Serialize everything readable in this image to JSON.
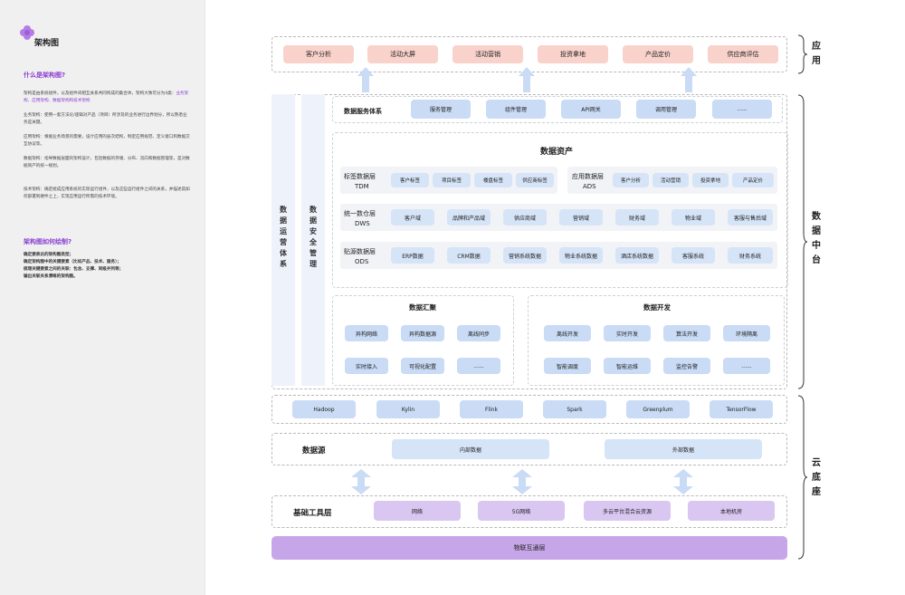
{
  "sidebar": {
    "title": "架构图",
    "heading1": "什么是架构图?",
    "para1": "架构是由系统组件，以及组件间相互关系共同构成的集合体，架构大致可分为4类：",
    "para1_hl": "业务架构、应用架构、数据架构和技术架构",
    "para2": "业务架构：使用一套方法论/逻辑对产品（项目）所涉及的业务进行边界划分，所以熟悉业务是关键。",
    "para3": "应用架构：根据业务场景的需要，设计应用的层次结构，制定应用规范、定义接口和数据交互协议等。",
    "para4": "数据架构：指导数据层面的架构设计，包括数据的存储、分布、流向和数据管理等，是对数据资产的统一规划。",
    "para5": "技术架构：确定组成应用系统的实际运行组件，以及这些运行组件之间的关系，并描述其如何部署到硬件之上，实现应用运行所需的技术环境。",
    "heading2": "架构图如何绘制?",
    "step1": "确定要表达的架构图类型；",
    "step2": "确定架构图中的关键要素（比如产品、技术、服务）；",
    "step3": "梳理关键要素之间的关联：包含、支撑、同级并列等；",
    "step4": "输出关联关系清晰的架构图。"
  },
  "side_labels": {
    "app": "应用",
    "middle": "数据中台",
    "base": "云底座"
  },
  "app_layer": [
    "客户分析",
    "活动大屏",
    "活动营销",
    "投资拿地",
    "产品定价",
    "供应商评估"
  ],
  "data_ops": "数据运营体系",
  "data_security": "数据安全管理",
  "data_service": {
    "title": "数据服务体系",
    "items": [
      "服务管理",
      "组件管理",
      "API网关",
      "调用管理",
      "......"
    ]
  },
  "data_assets": {
    "title": "数据资产",
    "tdm": {
      "name": "标签数据层",
      "code": "TDM",
      "items": [
        "客户标签",
        "项目标签",
        "楼盘标签",
        "供应商标签"
      ]
    },
    "ads": {
      "name": "应用数据层",
      "code": "ADS",
      "items": [
        "客户分析",
        "活动营销",
        "投资拿地",
        "产品定价"
      ]
    },
    "dws": {
      "name": "统一数仓层",
      "code": "DWS",
      "items": [
        "客户域",
        "品牌和产品域",
        "供应商域",
        "营销域",
        "财务域",
        "物业域",
        "客服与售后域"
      ]
    },
    "ods": {
      "name": "贴源数据层",
      "code": "ODS",
      "items": [
        "ERP数据",
        "CRM数据",
        "营销系统数据",
        "物业系统数据",
        "酒店系统数据",
        "客服系统",
        "财务系统"
      ]
    }
  },
  "data_collect": {
    "title": "数据汇聚",
    "items": [
      "异构网络",
      "异构数据源",
      "离线同步",
      "实时接入",
      "可视化配置",
      "......"
    ]
  },
  "data_dev": {
    "title": "数据开发",
    "items": [
      "离线开发",
      "实时开发",
      "算法开发",
      "环境隔离",
      "智能调度",
      "智能运维",
      "监控告警",
      "......"
    ]
  },
  "tech_stack": [
    "Hadoop",
    "Kylin",
    "Flink",
    "Spark",
    "Greenplum",
    "TensorFlow"
  ],
  "data_source": {
    "title": "数据源",
    "items": [
      "内部数据",
      "外部数据"
    ]
  },
  "infra": {
    "title": "基础工具层",
    "items": [
      "网络",
      "5G网络",
      "多云平台混合云资源",
      "本地机房"
    ]
  },
  "iot": "物联互通层",
  "colors": {
    "app_pill": "#f9d2cc",
    "blue_pill": "#c9dbf5",
    "purple_pill": "#c6a6e8",
    "accent": "#8a3fd0",
    "arrow": "#c9dbf5"
  }
}
